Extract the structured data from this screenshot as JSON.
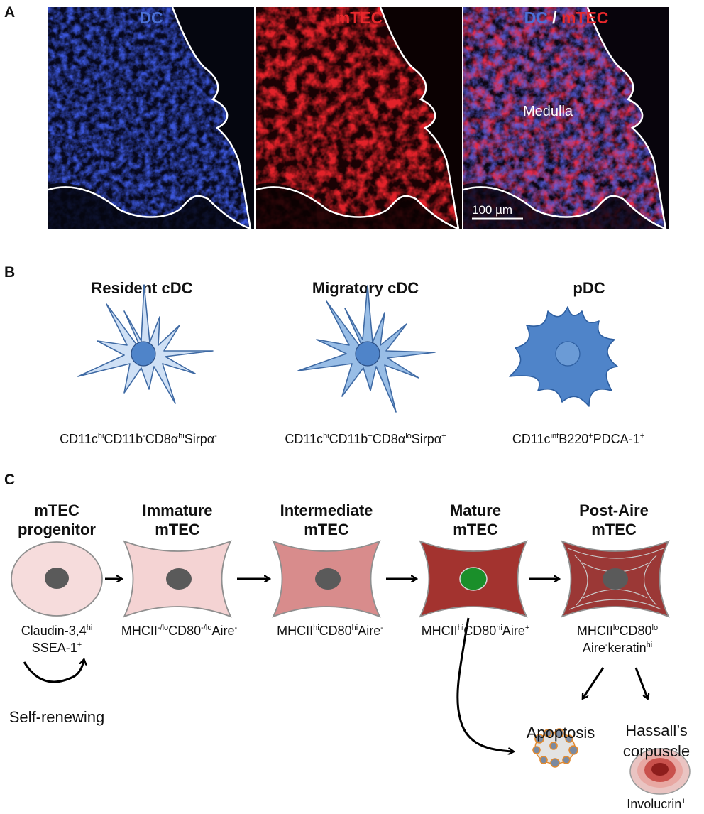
{
  "panel_a": {
    "letter": "A",
    "ch_dc": "DC",
    "ch_mtec": "mTEC",
    "ch_merge_dc": "DC",
    "ch_merge_sep": " / ",
    "ch_merge_mtec": "mTEC",
    "medulla": "Medulla",
    "scale": "100 µm",
    "colors": {
      "dc": "#4a6fd6",
      "mtec": "#e8282c"
    }
  },
  "panel_b": {
    "letter": "B",
    "cells": [
      {
        "title": "Resident cDC",
        "m1": "CD11c",
        "m1s": "hi",
        "m2": "CD11b",
        "m2s": "-",
        "m3": "CD8α",
        "m3s": "hi",
        "m4": "Sirpα",
        "m4s": "-"
      },
      {
        "title": "Migratory cDC",
        "m1": "CD11c",
        "m1s": "hi",
        "m2": "CD11b",
        "m2s": "+",
        "m3": "CD8α",
        "m3s": "lo",
        "m4": "Sirpα",
        "m4s": "+"
      },
      {
        "title": "pDC",
        "m1": "CD11c",
        "m1s": "int",
        "m2": "B220",
        "m2s": "+",
        "m3": "PDCA-1",
        "m3s": "+"
      }
    ],
    "colors": {
      "resident": "#cfe0f5",
      "migratory": "#98bde6",
      "pdc": "#4f84c9"
    }
  },
  "panel_c": {
    "letter": "C",
    "stages": [
      {
        "t1": "mTEC",
        "t2": "progenitor"
      },
      {
        "t1": "Immature",
        "t2": "mTEC"
      },
      {
        "t1": "Intermediate",
        "t2": "mTEC"
      },
      {
        "t1": "Mature",
        "t2": "mTEC"
      },
      {
        "t1": "Post-Aire",
        "t2": "mTEC"
      }
    ],
    "m0": {
      "a": "Claudin-3,4",
      "as": "hi",
      "b": "SSEA-1",
      "bs": "+"
    },
    "m1": {
      "a": "MHCII",
      "as": "-/lo",
      "b": "CD80",
      "bs": "-/lo",
      "c": "Aire",
      "cs": "-"
    },
    "m2": {
      "a": "MHCII",
      "as": "hi",
      "b": "CD80",
      "bs": "hi",
      "c": "Aire",
      "cs": "-"
    },
    "m3": {
      "a": "MHCII",
      "as": "hi",
      "b": "CD80",
      "bs": "hi",
      "c": "Aire",
      "cs": "+"
    },
    "m4": {
      "a": "MHCII",
      "as": "lo",
      "b": "CD80",
      "bs": "lo",
      "c": "Aire",
      "cs": "-",
      "d": "keratin",
      "ds": "hi"
    },
    "self_renewing": "Self-renewing",
    "apoptosis": "Apoptosis",
    "hassall1": "Hassall’s",
    "hassall2": "corpuscle",
    "involucrin": "Involucrin",
    "involucrin_s": "+",
    "colors": {
      "progenitor": "#f6dcdc",
      "immature": "#f4d3d3",
      "intermediate": "#d88c8c",
      "mature": "#a3332f",
      "postaire": "#9b3836",
      "aire_nucleus": "#1a8f2a"
    }
  }
}
